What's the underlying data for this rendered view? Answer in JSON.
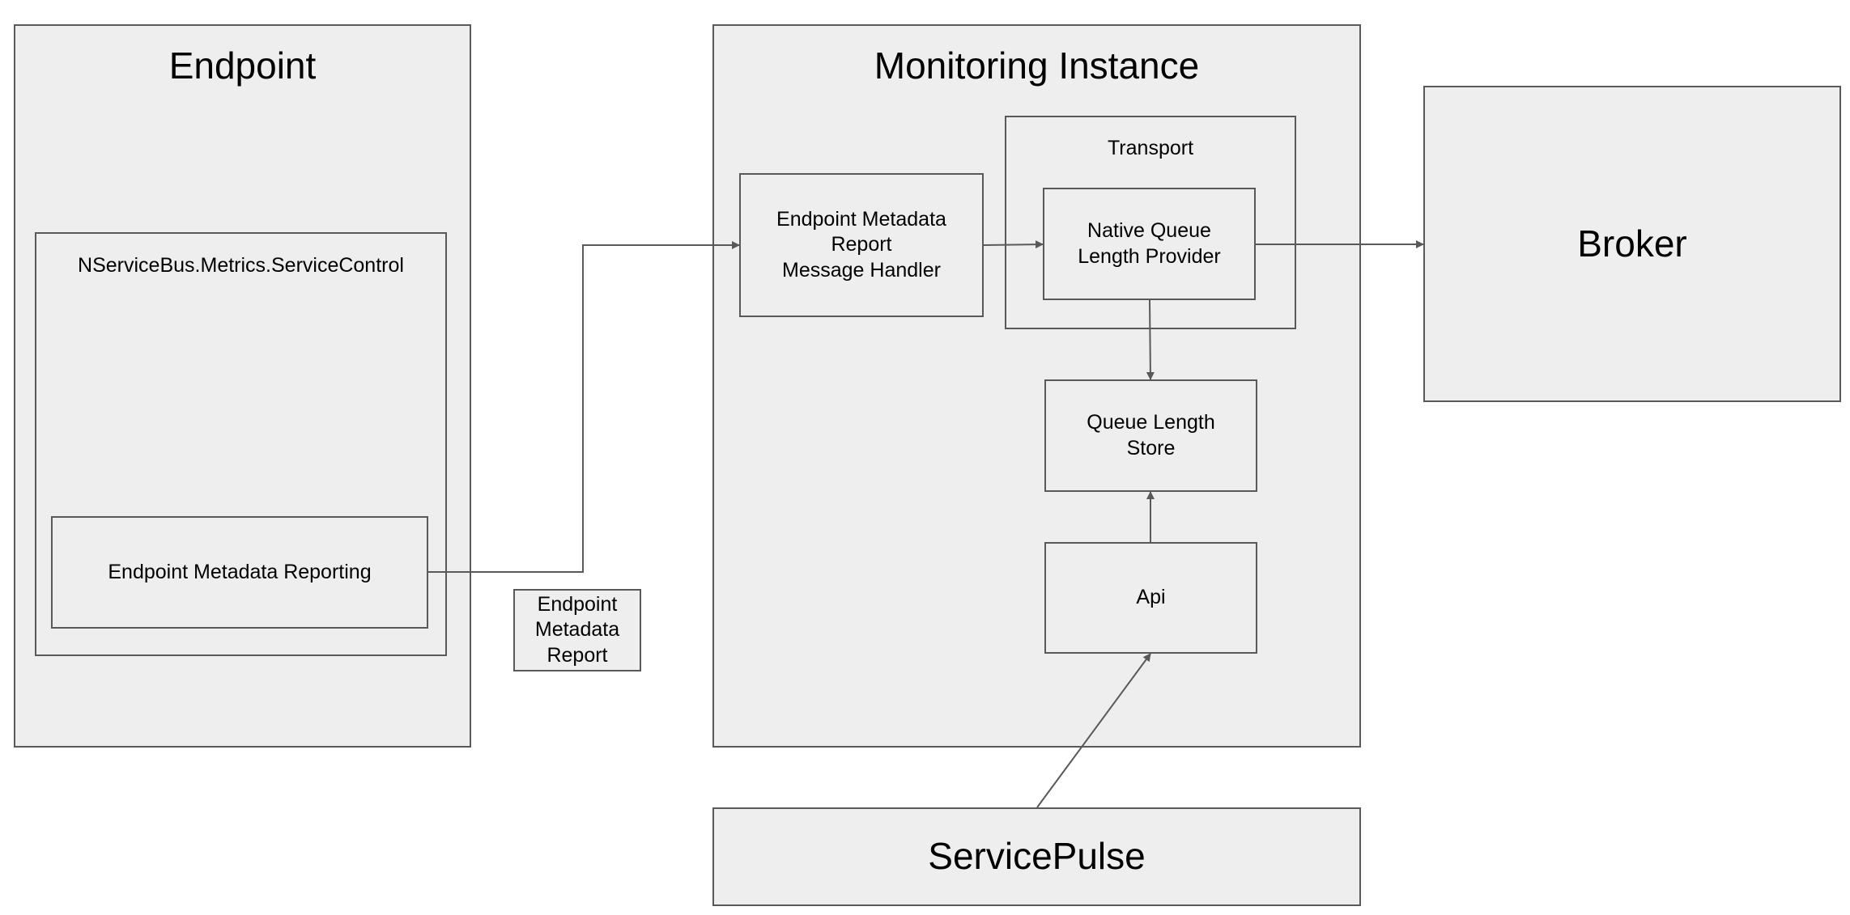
{
  "endpoint": {
    "title": "Endpoint",
    "package": "NServiceBus.Metrics.ServiceControl",
    "reporting": "Endpoint Metadata Reporting"
  },
  "message_label": "Endpoint\nMetadata\nReport",
  "monitoring": {
    "title": "Monitoring Instance",
    "handler": "Endpoint Metadata\nReport\nMessage Handler",
    "transport": {
      "title": "Transport",
      "provider": "Native Queue\nLength Provider"
    },
    "store": "Queue Length\nStore",
    "api": "Api"
  },
  "broker": "Broker",
  "servicepulse": "ServicePulse",
  "colors": {
    "fill": "#eeeeee",
    "stroke": "#595959"
  }
}
